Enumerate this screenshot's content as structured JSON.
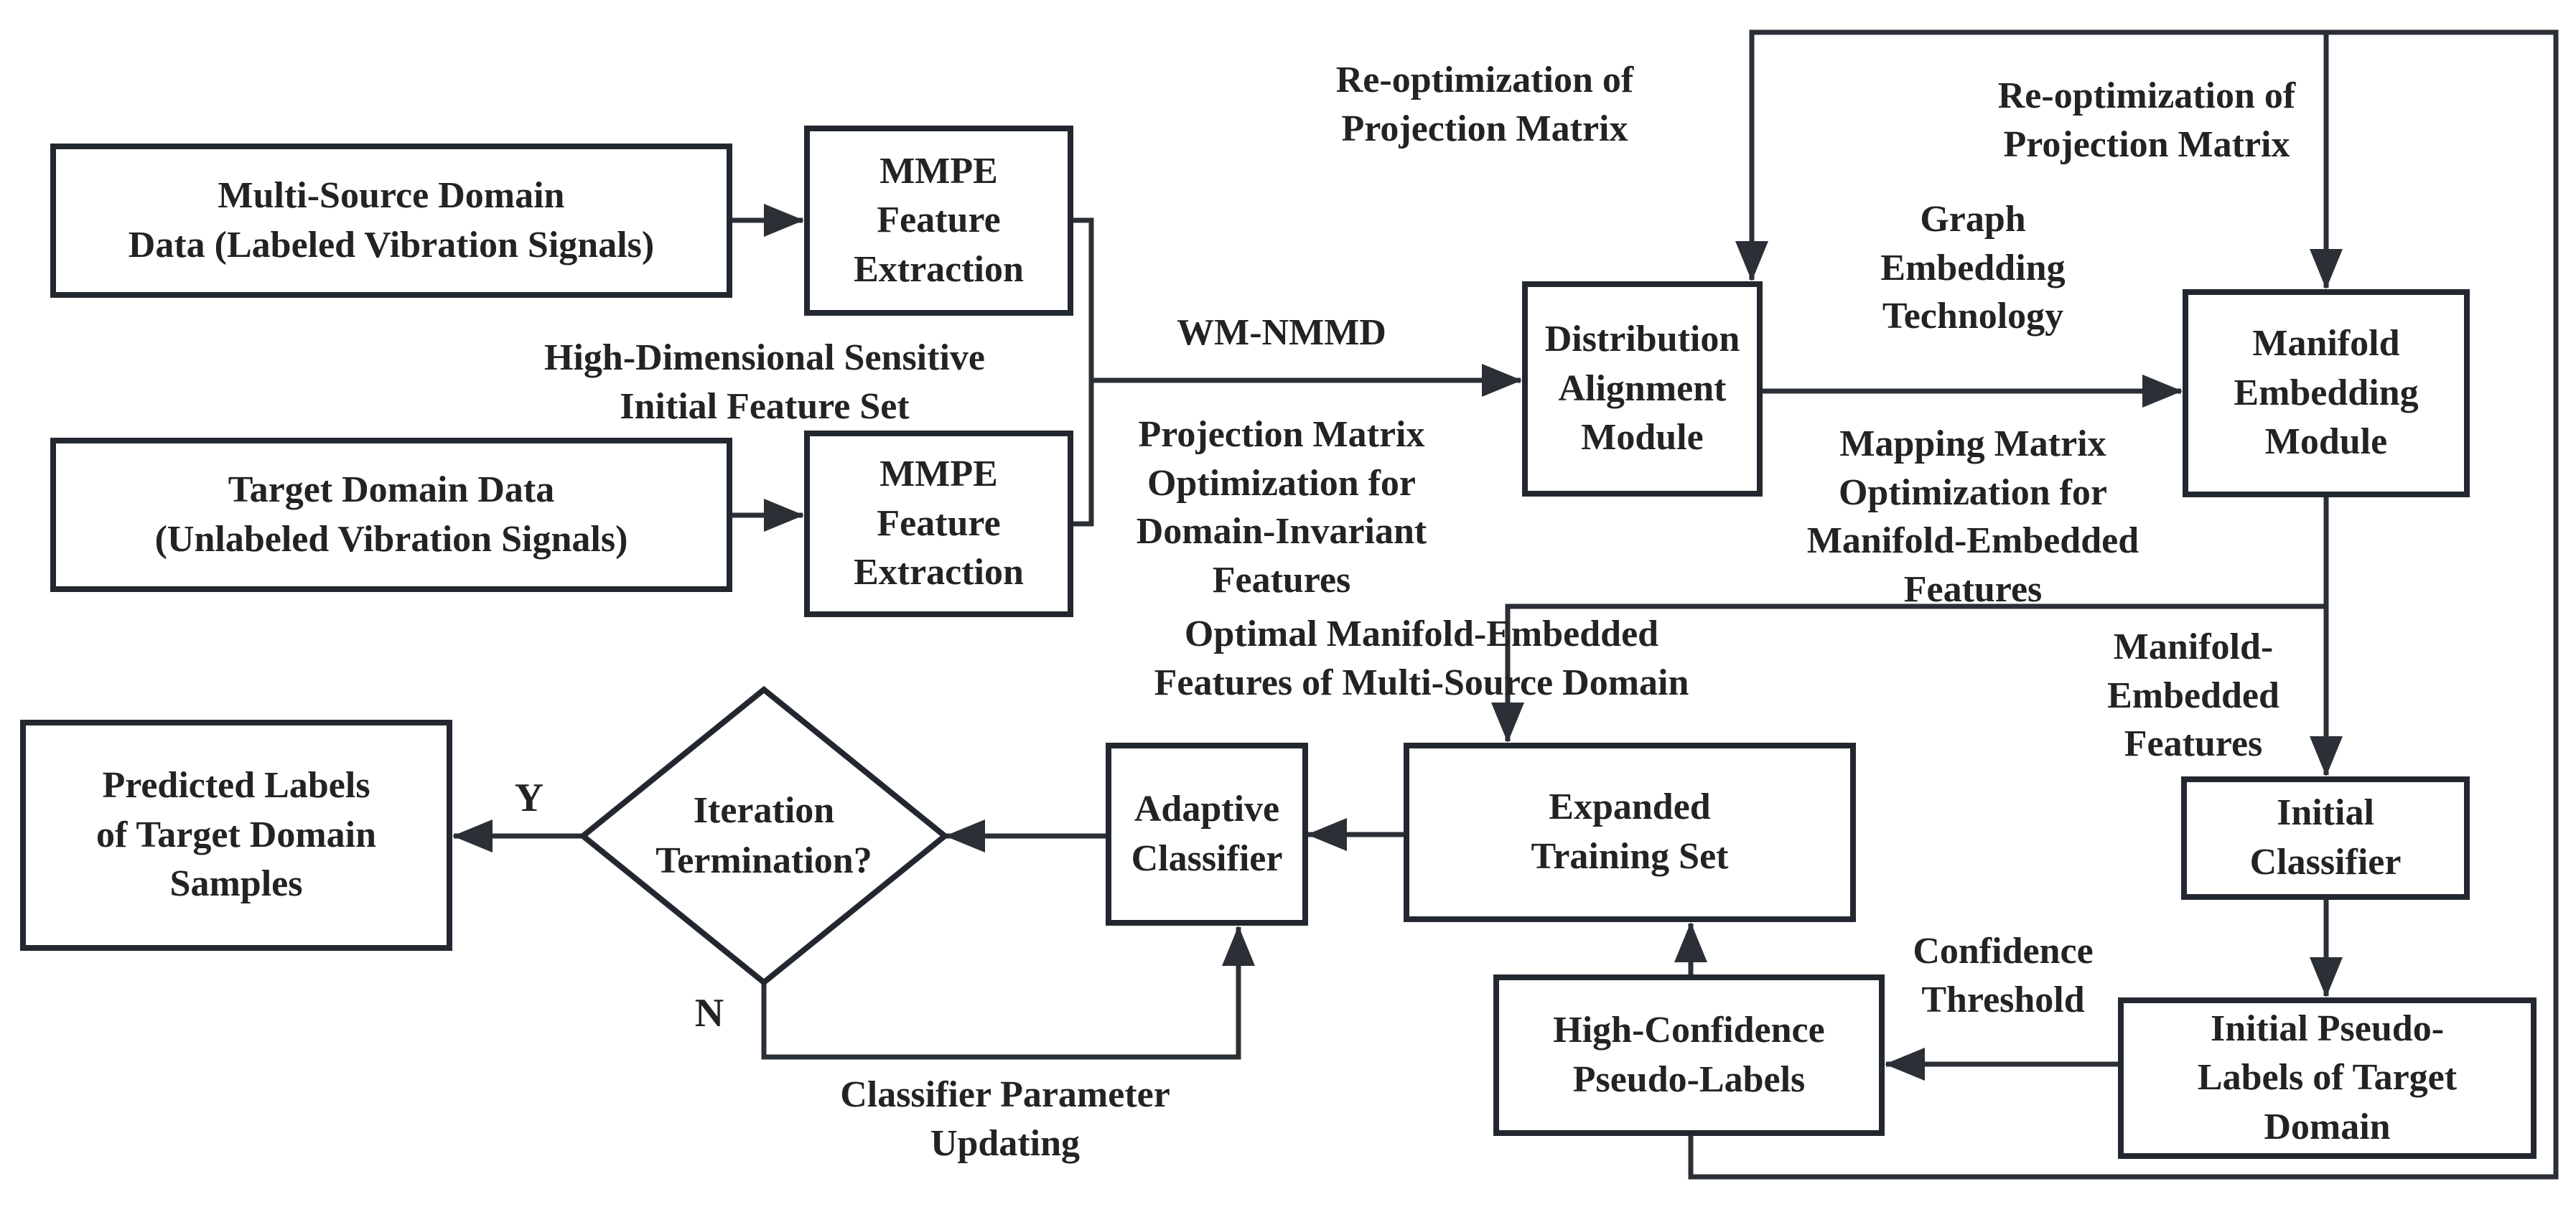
{
  "diagram": {
    "type": "flowchart",
    "colors": {
      "line": "#2b3036",
      "border": "#232830",
      "text": "#232323",
      "background": "#ffffff"
    },
    "nodes": {
      "multi_source": {
        "label": "Multi-Source Domain\nData (Labeled Vibration Signals)"
      },
      "target_domain": {
        "label": "Target Domain Data\n(Unlabeled Vibration Signals)"
      },
      "mmpe_top": {
        "label": "MMPE\nFeature\nExtraction"
      },
      "mmpe_bottom": {
        "label": "MMPE\nFeature\nExtraction"
      },
      "distribution": {
        "label": "Distribution\nAlignment\nModule"
      },
      "manifold": {
        "label": "Manifold\nEmbedding\nModule"
      },
      "initial_classifier": {
        "label": "Initial\nClassifier"
      },
      "initial_pseudo": {
        "label": "Initial Pseudo-\nLabels of Target\nDomain"
      },
      "high_confidence": {
        "label": "High-Confidence\nPseudo-Labels"
      },
      "expanded": {
        "label": "Expanded\nTraining Set"
      },
      "adaptive": {
        "label": "Adaptive\nClassifier"
      },
      "predicted": {
        "label": "Predicted Labels\nof Target Domain\nSamples"
      },
      "decision": {
        "label": "Iteration\nTermination?"
      }
    },
    "labels": {
      "high_dimensional": {
        "text": "High-Dimensional Sensitive\nInitial Feature Set"
      },
      "wm_nmmd": {
        "text": "WM-NMMD"
      },
      "projection_matrix": {
        "text": "Projection Matrix\nOptimization for\nDomain-Invariant\nFeatures"
      },
      "reopt_left": {
        "text": "Re-optimization of\nProjection Matrix"
      },
      "reopt_right": {
        "text": "Re-optimization of\nProjection Matrix"
      },
      "graph_embedding": {
        "text": "Graph\nEmbedding\nTechnology"
      },
      "mapping_matrix": {
        "text": "Mapping Matrix\nOptimization for\nManifold-Embedded\nFeatures"
      },
      "optimal_features": {
        "text": "Optimal Manifold-Embedded\nFeatures of Multi-Source Domain"
      },
      "manifold_features": {
        "text": "Manifold-\nEmbedded\nFeatures"
      },
      "confidence_threshold": {
        "text": "Confidence\nThreshold"
      },
      "classifier_updating": {
        "text": "Classifier Parameter\nUpdating"
      },
      "yes": {
        "text": "Y"
      },
      "no": {
        "text": "N"
      }
    }
  }
}
